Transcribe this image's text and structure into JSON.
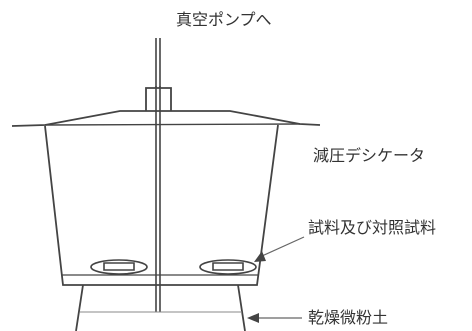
{
  "labels": {
    "vacuum_pump": "真空ポンプへ",
    "desiccator": "減圧デシケータ",
    "samples": "試料及び対照試料",
    "dry_soil": "乾燥微粉土"
  }
}
